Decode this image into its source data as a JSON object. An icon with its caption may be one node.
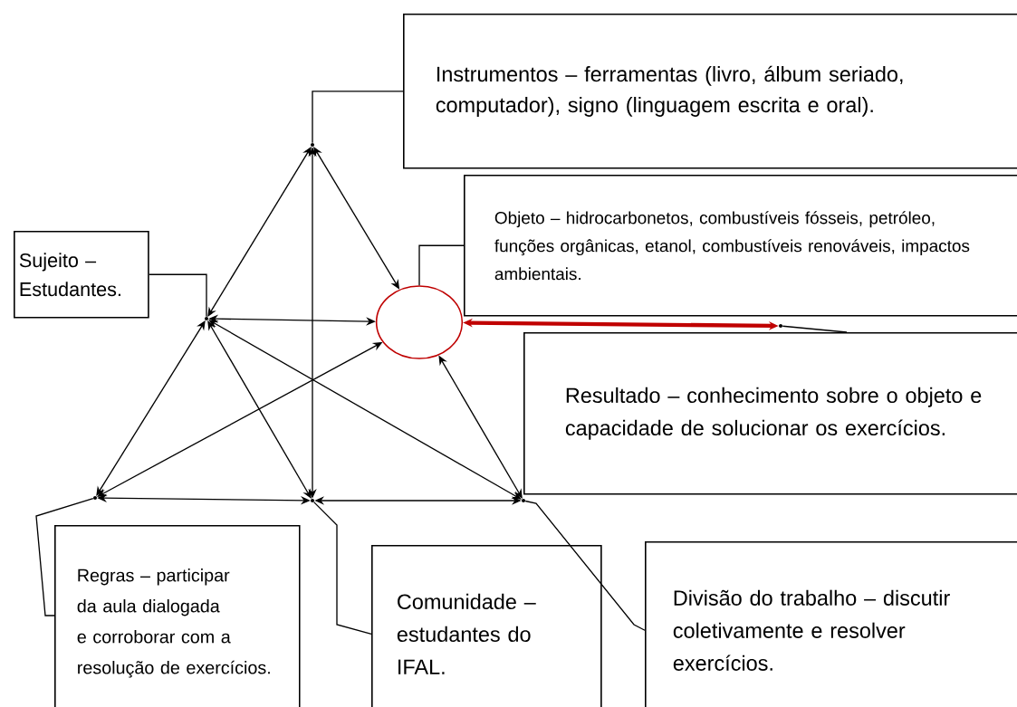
{
  "diagram": {
    "nodes": [
      {
        "text": [
          "Instrumentos – ferramentas (livro, álbum seriado, computador), signo (linguagem escrita e oral)."
        ]
      },
      {
        "text": [
          "Objeto – hidrocarbonetos, combustíveis fósseis, petróleo, funções orgânicas, etanol, combustíveis renováveis, impactos ambientais."
        ]
      },
      {
        "text": [
          "Sujeito – Estudantes."
        ]
      },
      {
        "text": [
          "Resultado – conhecimento sobre o objeto e capacidade de solucionar os exercícios."
        ]
      },
      {
        "text": [
          "Regras – participar da aula dialogada e corroborar com a resolução de exercícios."
        ]
      },
      {
        "text": [
          "Comunidade – estudantes do IFAL."
        ]
      },
      {
        "text": [
          "Divisão do trabalho – discutir coletivamente e resolver exercícios."
        ]
      },
      {
        "text": [],
        "shape": "dot"
      },
      {
        "text": [],
        "shape": "dot"
      },
      {
        "text": [],
        "shape": "circle"
      },
      {
        "text": [],
        "shape": "dot"
      },
      {
        "text": [],
        "shape": "dot"
      },
      {
        "text": [],
        "shape": "dot"
      },
      {
        "text": [],
        "shape": "dot"
      }
    ],
    "edges": [
      {
        "from": 7,
        "to": 8,
        "arrow": "both"
      },
      {
        "from": 7,
        "to": 9,
        "arrow": "both"
      },
      {
        "from": 7,
        "to": 12,
        "arrow": "both"
      },
      {
        "from": 8,
        "to": 9,
        "arrow": "both"
      },
      {
        "from": 8,
        "to": 11,
        "arrow": "both"
      },
      {
        "from": 8,
        "to": 12,
        "arrow": "both"
      },
      {
        "from": 8,
        "to": 13,
        "arrow": "both"
      },
      {
        "from": 9,
        "to": 11,
        "arrow": "both"
      },
      {
        "from": 9,
        "to": 13,
        "arrow": "both"
      },
      {
        "from": 11,
        "to": 12,
        "arrow": "both"
      },
      {
        "from": 12,
        "to": 13,
        "arrow": "both"
      },
      {
        "from": 9,
        "to": 10,
        "arrow": "both",
        "style": "thick",
        "color": "#c00000"
      },
      {
        "from": 0,
        "to": 7,
        "arrow": "none"
      },
      {
        "from": 1,
        "to": 9,
        "arrow": "none"
      },
      {
        "from": 2,
        "to": 8,
        "arrow": "none"
      },
      {
        "from": 3,
        "to": 10,
        "arrow": "none"
      },
      {
        "from": 4,
        "to": 11,
        "arrow": "none"
      },
      {
        "from": 5,
        "to": 12,
        "arrow": "none"
      },
      {
        "from": 6,
        "to": 13,
        "arrow": "none"
      }
    ]
  }
}
